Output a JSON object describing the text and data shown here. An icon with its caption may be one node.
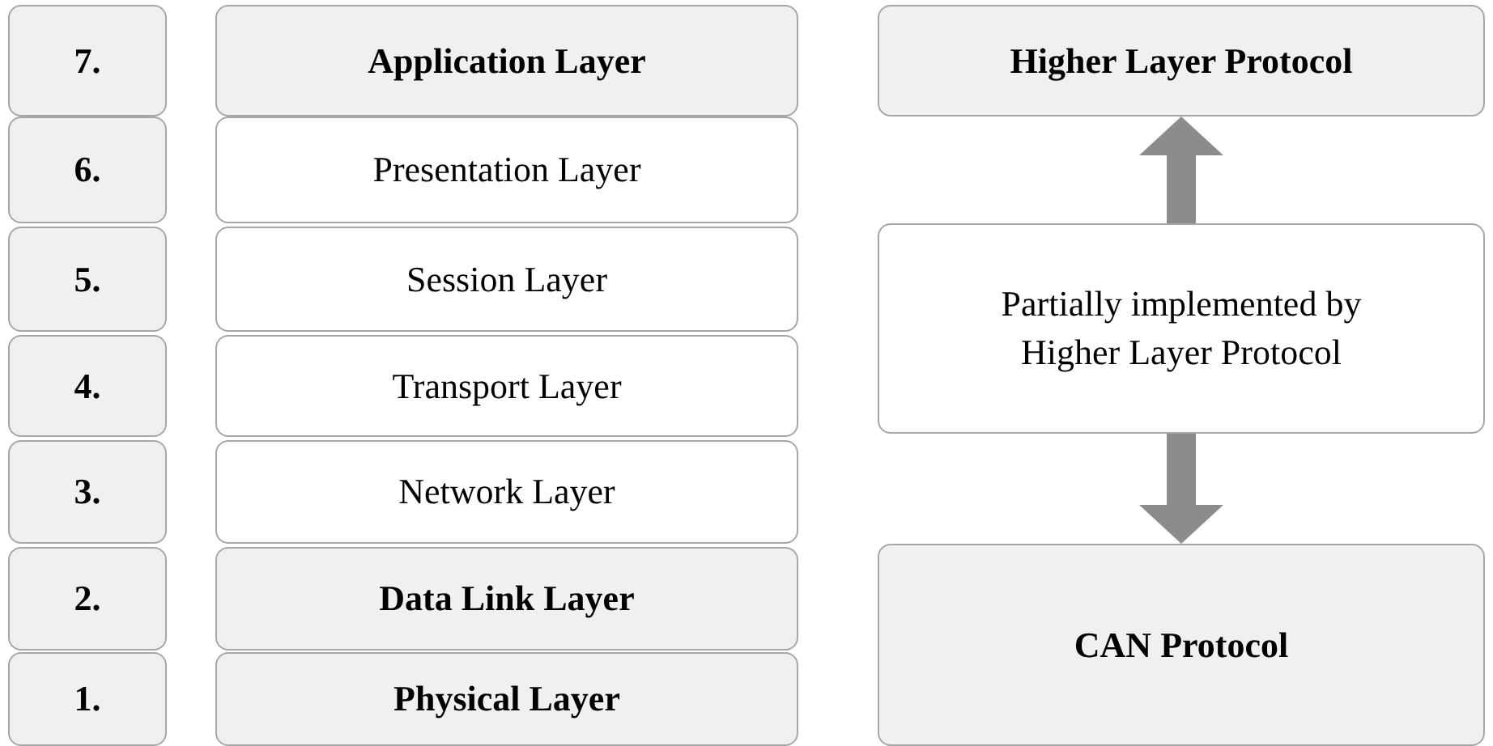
{
  "diagram": {
    "nodes": [
      {
        "text": [
          "7."
        ]
      },
      {
        "text": [
          "Application Layer"
        ]
      },
      {
        "text": [
          "Higher Layer Protocol"
        ]
      },
      {
        "text": [
          "6."
        ]
      },
      {
        "text": [
          "Presentation Layer"
        ]
      },
      {
        "text": [
          "5."
        ]
      },
      {
        "text": [
          "Session Layer"
        ]
      },
      {
        "text": [
          "Partially implemented by Higher Layer Protocol"
        ]
      },
      {
        "text": [
          "4."
        ]
      },
      {
        "text": [
          "Transport Layer"
        ]
      },
      {
        "text": [
          "3."
        ]
      },
      {
        "text": [
          "Network Layer"
        ]
      },
      {
        "text": [
          "2."
        ]
      },
      {
        "text": [
          "Data Link Layer"
        ]
      },
      {
        "text": [
          "CAN Protocol"
        ]
      },
      {
        "text": [
          "1."
        ]
      },
      {
        "text": [
          "Physical Layer"
        ]
      }
    ],
    "edges": [
      {
        "from": 7,
        "to": 2,
        "arrow": "to"
      },
      {
        "from": 7,
        "to": 14,
        "arrow": "to"
      }
    ]
  }
}
